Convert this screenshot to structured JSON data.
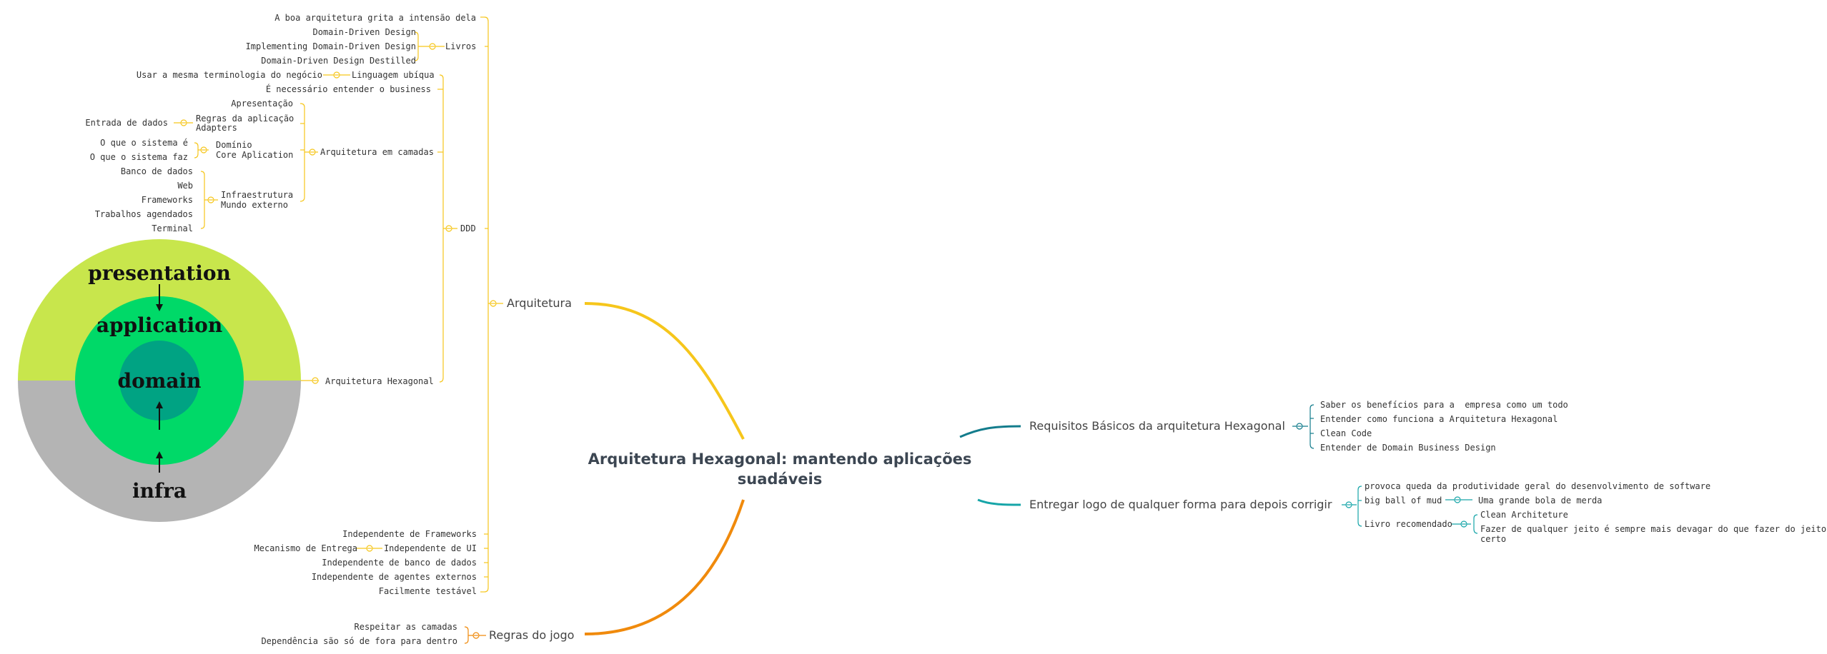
{
  "central": {
    "line1": "Arquitetura Hexagonal: mantendo aplicações",
    "line2": "suadáveis"
  },
  "colors": {
    "yellow": "#f6c61b",
    "orange": "#f08a0c",
    "teal": "#137c8c",
    "ring_outer_top": "#c8e64c",
    "ring_outer_bottom": "#b4b4b4",
    "ring_middle": "#00d968",
    "ring_inner": "#00a383"
  },
  "arquitetura": {
    "label": "Arquitetura",
    "livros": {
      "label": "Livros",
      "items": [
        "A boa arquitetura grita a intensão dela",
        "Domain-Driven Design",
        "Implementing Domain-Driven Design",
        "Domain-Driven Design Destilled"
      ]
    },
    "ddd": {
      "label": "DDD",
      "linguagem": {
        "label": "Linguagem ubíqua",
        "child": "Usar a mesma terminologia do negócio"
      },
      "business": "É necessário entender o business",
      "camadas": {
        "label": "Arquitetura em camadas",
        "apresentacao": "Apresentação",
        "regras": {
          "line1": "Regras da aplicação",
          "line2": "Adapters",
          "child": "Entrada de dados"
        },
        "dominio": {
          "line1": "Domínio",
          "line2": "Core Aplication",
          "children": [
            "O que o sistema é",
            "O que o sistema faz"
          ]
        },
        "infra": {
          "line1": "Infraestrutura",
          "line2": "Mundo externo",
          "children": [
            "Banco de dados",
            "Web",
            "Frameworks",
            "Trabalhos agendados",
            "Terminal"
          ]
        }
      },
      "hexagonal": "Arquitetura Hexagonal",
      "rings": {
        "outer": "presentation",
        "middle": "application",
        "inner": "domain",
        "bottom": "infra"
      }
    },
    "bottom": {
      "frameworks": "Independente de Frameworks",
      "ui": {
        "label": "Independente de UI",
        "child": "Mecanismo de Entrega"
      },
      "banco": "Independente de banco de dados",
      "agentes": "Independente de agentes externos",
      "testavel": "Facilmente testável"
    }
  },
  "regras": {
    "label": "Regras do jogo",
    "items": [
      "Respeitar as camadas",
      "Dependência são só de fora para dentro"
    ]
  },
  "requisitos": {
    "label": "Requisitos Básicos da arquitetura Hexagonal",
    "items": [
      "Saber os benefícios para a  empresa como um todo",
      "Entender como funciona a Arquitetura Hexagonal",
      "Clean Code",
      "Entender de Domain Business Design"
    ]
  },
  "entregar": {
    "label": "Entregar logo de qualquer forma para depois corrigir",
    "queda": "provoca queda da produtividade geral do desenvolvimento de software",
    "bigball": {
      "label": "big ball of mud",
      "child": "Uma grande bola de merda"
    },
    "livro": {
      "label": "Livro recomendado",
      "items": [
        "Clean Architeture"
      ],
      "fazer": {
        "line1": "Fazer de qualquer jeito é sempre mais devagar do que fazer do jeito",
        "line2": "certo"
      }
    }
  }
}
